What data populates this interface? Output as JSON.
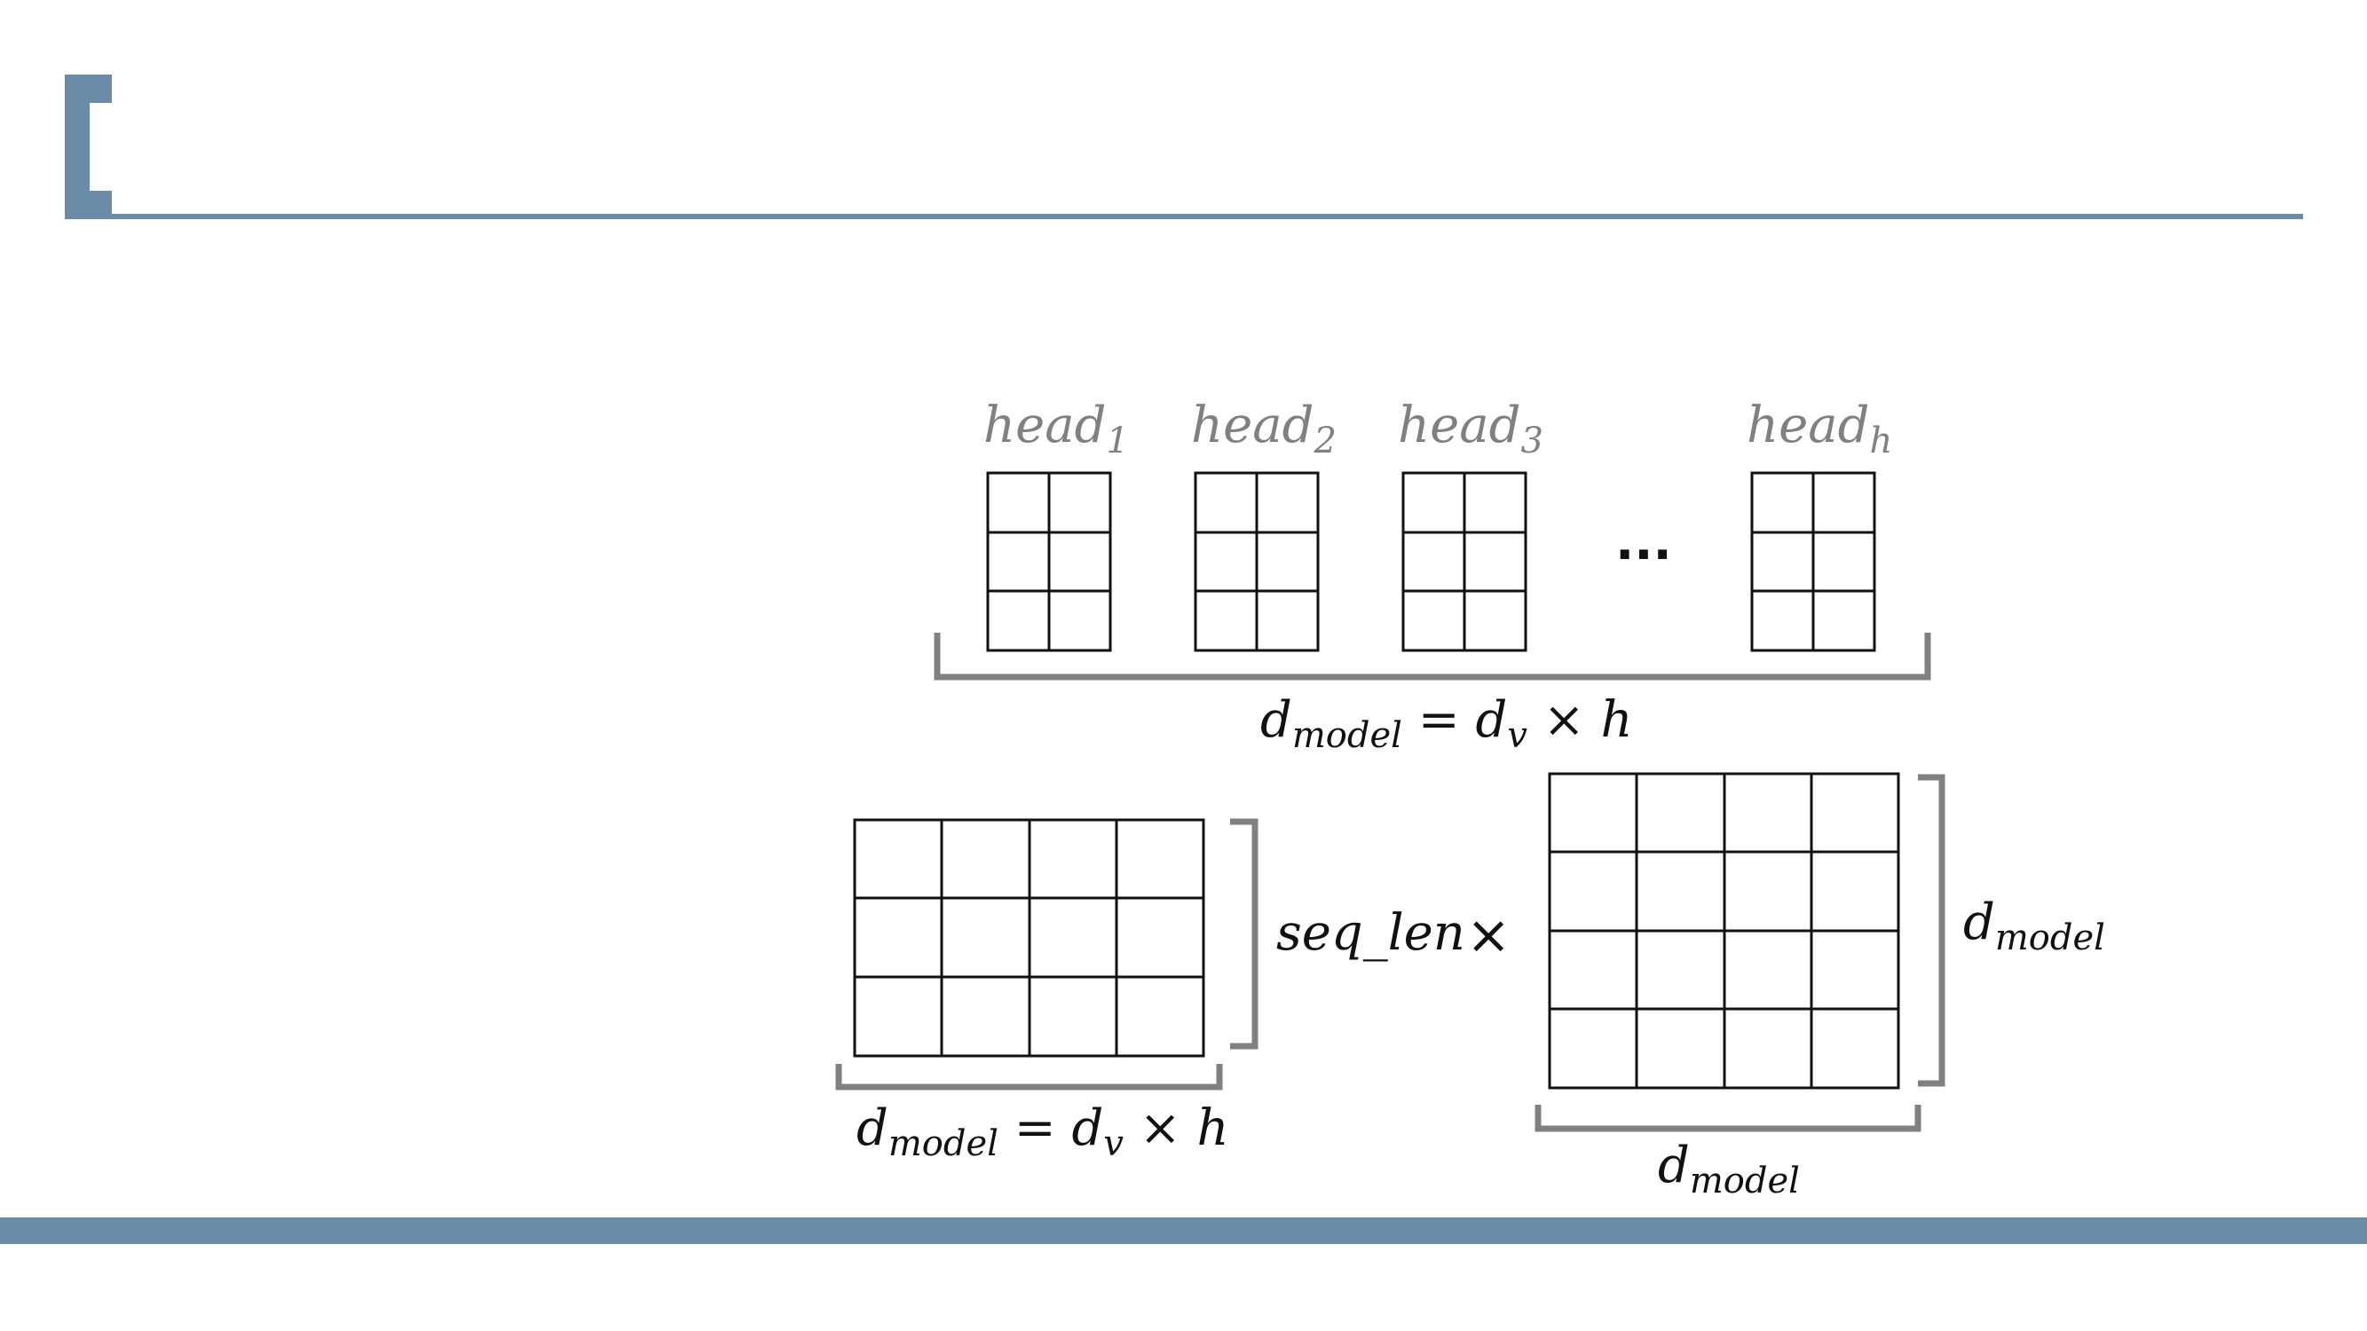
{
  "theme": {
    "accent": "#6a8ca9",
    "brace_color": "#808080",
    "label_gray": "#808080"
  },
  "slide": {
    "title": ""
  },
  "heads": [
    {
      "base": "head",
      "sub": "1"
    },
    {
      "base": "head",
      "sub": "2"
    },
    {
      "base": "head",
      "sub": "3"
    },
    {
      "base": "head",
      "sub": "h"
    }
  ],
  "ellipsis": "...",
  "equations": {
    "top_dmodel": {
      "d": "d",
      "model_sub": "model",
      "eq": " = ",
      "dv": "d",
      "v_sub": "v",
      "times": " × ",
      "h": "h"
    },
    "left_dmodel": {
      "d": "d",
      "model_sub": "model",
      "eq": " = ",
      "dv": "d",
      "v_sub": "v",
      "times": " × ",
      "h": "h"
    },
    "seq_len": "seq_len",
    "multiply": "×",
    "right_dmodel": {
      "d": "d",
      "model_sub": "model"
    },
    "bottom_dmodel": {
      "d": "d",
      "model_sub": "model"
    }
  }
}
